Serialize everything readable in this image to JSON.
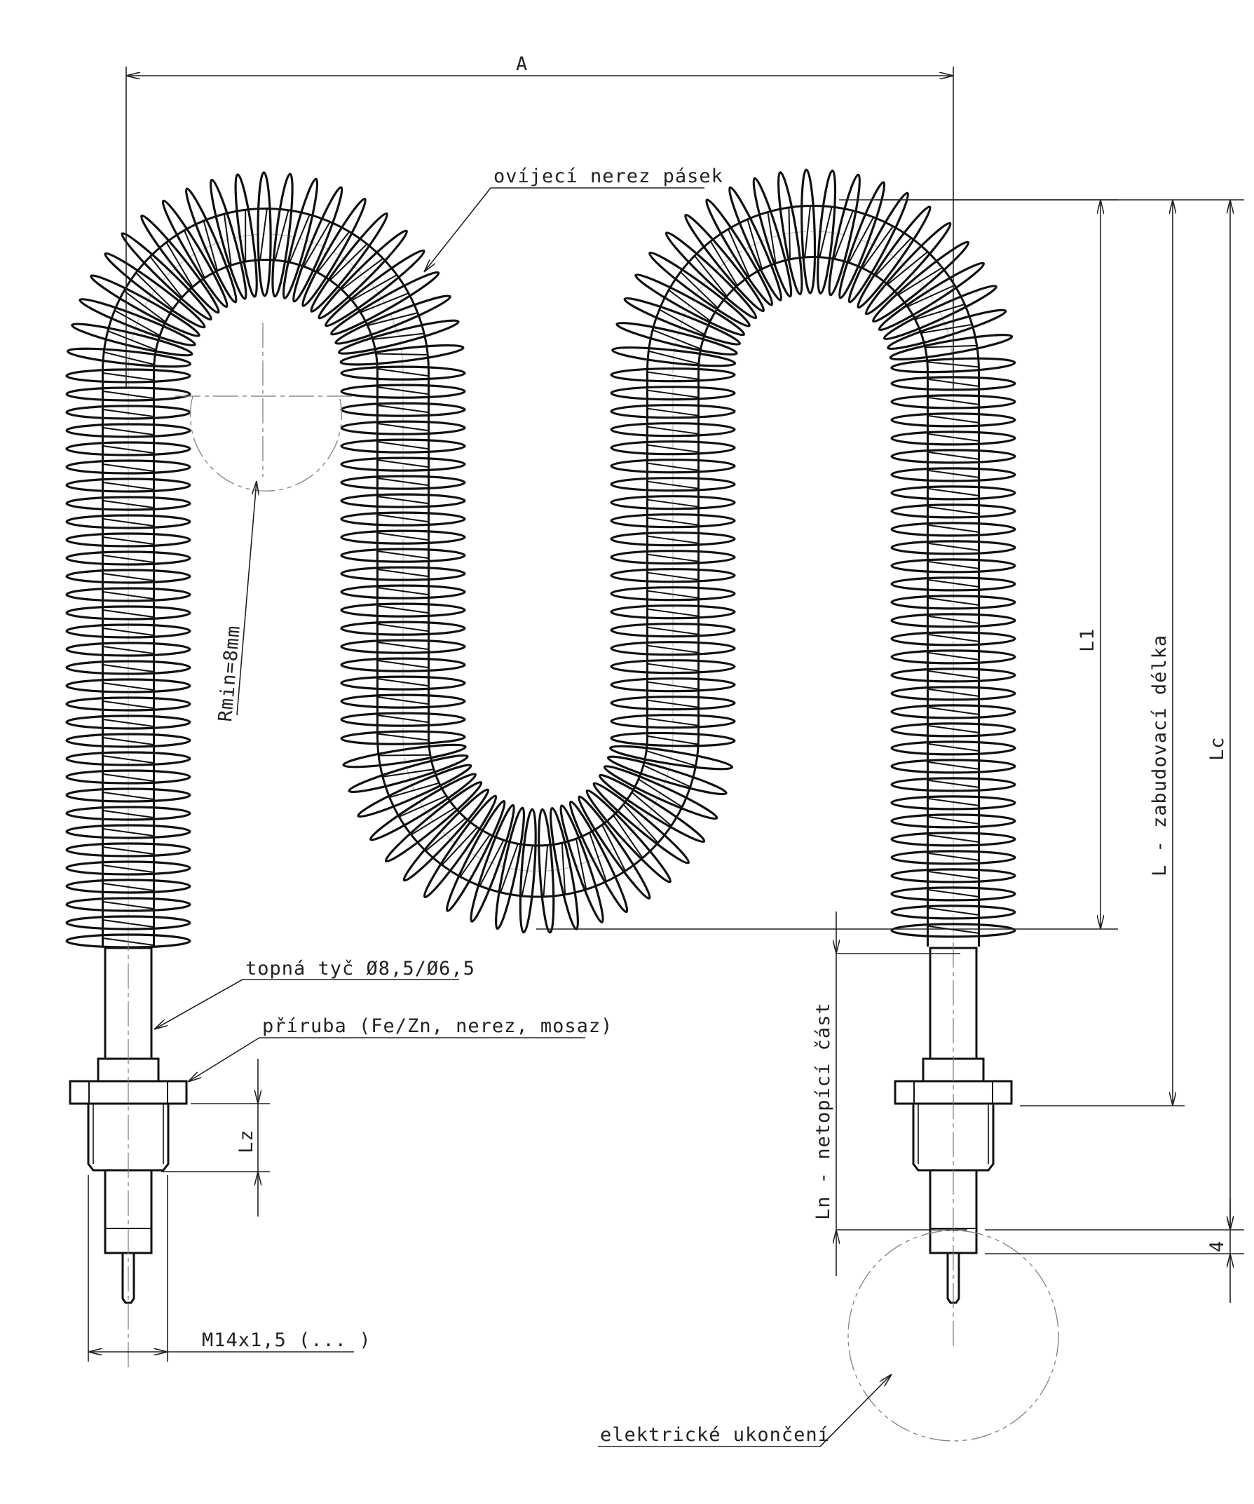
{
  "colors": {
    "line": "#111111",
    "dim": "#222222",
    "center": "#777777",
    "background": "#ffffff"
  },
  "labels": {
    "dim_a": "A",
    "strip": "ovíjecí nerez pásek",
    "rmin": "Rmin=8mm",
    "rod": "topná tyč Ø8,5/Ø6,5",
    "flange": "příruba (Fe/Zn, nerez, mosaz)",
    "lz": "Lz",
    "thread": "M14x1,5 (... )",
    "l1": "L1",
    "l_install": "L - zabudovací délka",
    "lc": "Lc",
    "ln": "Ln - netopící část",
    "dim_4": "4",
    "electric": "elektrické ukončení"
  }
}
